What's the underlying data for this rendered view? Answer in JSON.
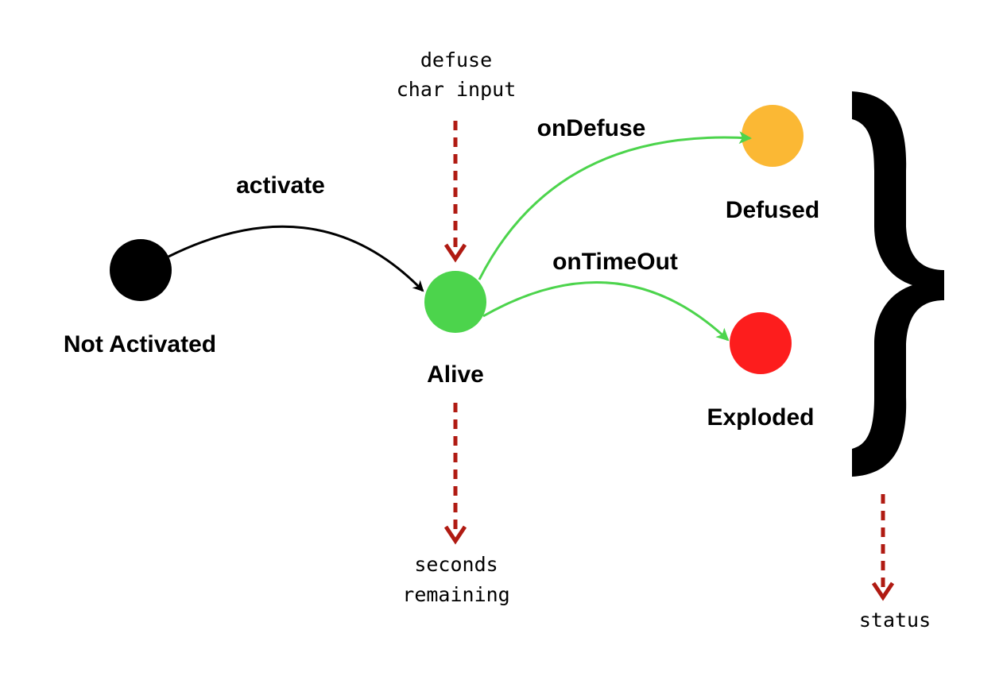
{
  "colors": {
    "not_activated": "#000000",
    "alive": "#4cd44c",
    "defused": "#fbb834",
    "exploded": "#fd1d1d",
    "transition_black": "#000000",
    "transition_green": "#4cd44c",
    "io_arrow": "#b01a12"
  },
  "states": {
    "not_activated": "Not Activated",
    "alive": "Alive",
    "defused": "Defused",
    "exploded": "Exploded"
  },
  "transitions": {
    "activate": "activate",
    "on_defuse": "onDefuse",
    "on_time_out": "onTimeOut"
  },
  "io": {
    "input_line1": "defuse",
    "input_line2": "char input",
    "seconds_line1": "seconds",
    "seconds_line2": "remaining",
    "status": "status"
  },
  "icons": {
    "grouping": "curly-brace-icon"
  }
}
